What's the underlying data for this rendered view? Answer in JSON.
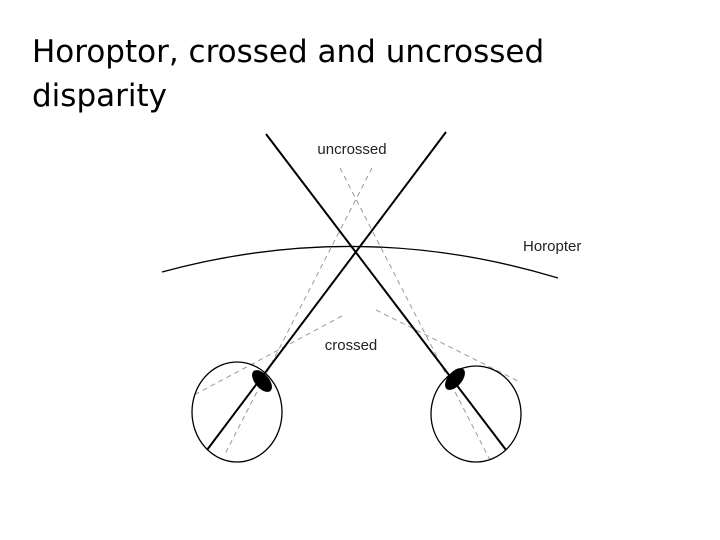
{
  "slide": {
    "title_line1": "Horoptor, crossed and uncrossed",
    "title_line2": "disparity"
  },
  "diagram": {
    "label_uncrossed": "uncrossed",
    "label_horopter": "Horopter",
    "label_crossed": "crossed",
    "colors": {
      "solid_line": "#000000",
      "dashed_line": "#9a9a9a",
      "eye_outline": "#000000",
      "lens": "#000000"
    }
  }
}
